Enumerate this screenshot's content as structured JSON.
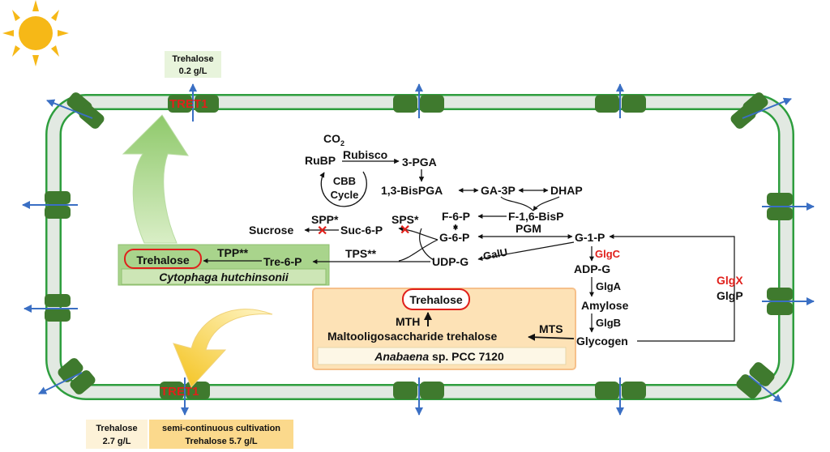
{
  "colors": {
    "membrane": "#2e9e3e",
    "transporter": "#3f7a2e",
    "arrow_blue": "#3a6fc4",
    "red": "#e0201b",
    "green_box": "#a9d48c",
    "orange_box": "#fde2b6"
  },
  "top_output": {
    "title": "Trehalose",
    "value": "0.2 g/L"
  },
  "bottom_output": {
    "title": "Trehalose",
    "value": "2.7 g/L"
  },
  "semi_output": {
    "line1": "semi-continuous cultivation",
    "line2": "Trehalose 5.7 g/L"
  },
  "transporter_label": "TRET1",
  "calvin": {
    "co2": "CO",
    "co2_sub": "2",
    "rubp": "RuBP",
    "rubisco": "Rubisco",
    "pga": "3-PGA",
    "cbb1": "CBB",
    "cbb2": "Cycle"
  },
  "metabolites": {
    "bispga": "1,3-BisPGA",
    "ga3p": "GA-3P",
    "dhap": "DHAP",
    "f16bisp": "F-1,6-BisP",
    "f6p": "F-6-P",
    "g6p": "G-6-P",
    "g1p": "G-1-P",
    "udpg": "UDP-G",
    "suc6p": "Suc-6-P",
    "sucrose": "Sucrose",
    "tre6p": "Tre-6-P",
    "adpg": "ADP-G",
    "amylose": "Amylose",
    "glycogen": "Glycogen",
    "trehalose_box": "Trehalose",
    "trehalose_orange": "Trehalose",
    "maltooligo": "Maltooligosaccharide trehalose"
  },
  "enzymes": {
    "spp": "SPP*",
    "sps": "SPS*",
    "tps": "TPS**",
    "tpp": "TPP**",
    "pgm": "PGM",
    "galu": "GalU",
    "glgc": "GlgC",
    "glga": "GlgA",
    "glgb": "GlgB",
    "glgx": "GlgX",
    "glgp": "GlgP",
    "mth": "MTH",
    "mts": "MTS"
  },
  "organisms": {
    "cytophaga": "Cytophaga hutchinsonii",
    "anabaena_italic": "Anabaena",
    "anabaena_rest": " sp. PCC 7120"
  }
}
